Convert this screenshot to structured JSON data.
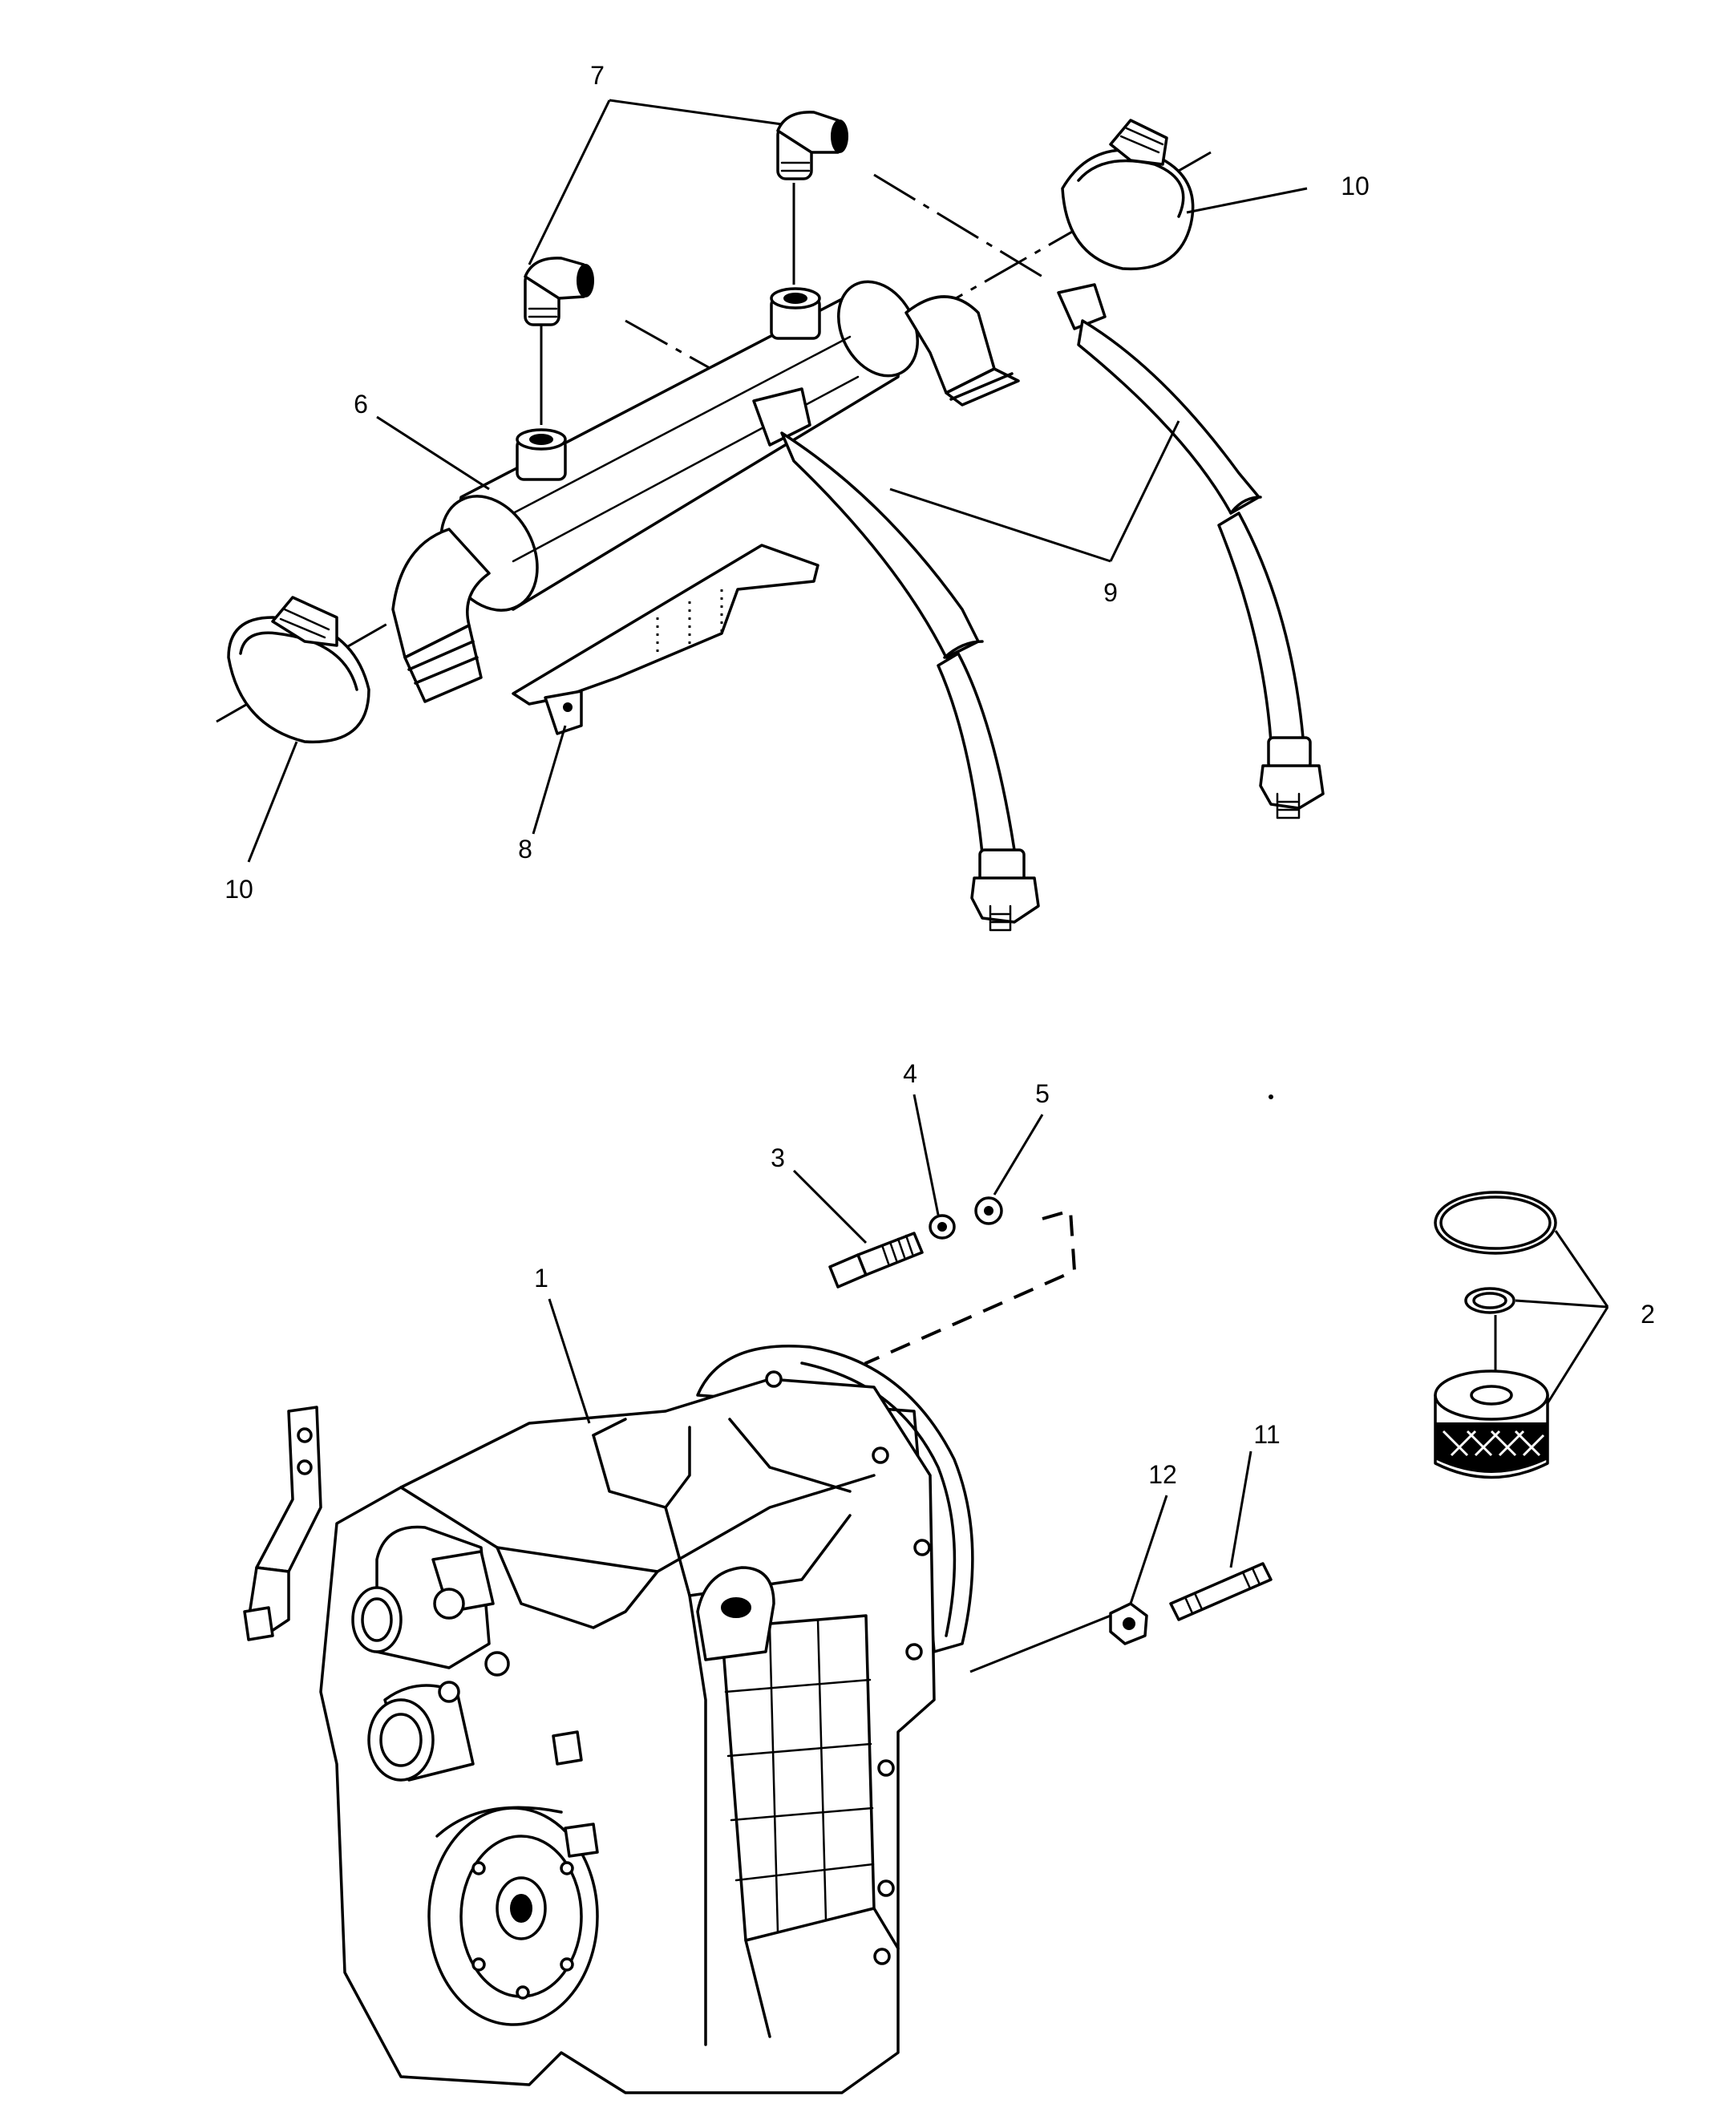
{
  "callouts": {
    "c1": "1",
    "c2": "2",
    "c3": "3",
    "c4": "4",
    "c5": "5",
    "c6": "6",
    "c7": "7",
    "c8": "8",
    "c9": "9",
    "c10_top": "10",
    "c10_left": "10",
    "c11": "11",
    "c12": "12"
  }
}
